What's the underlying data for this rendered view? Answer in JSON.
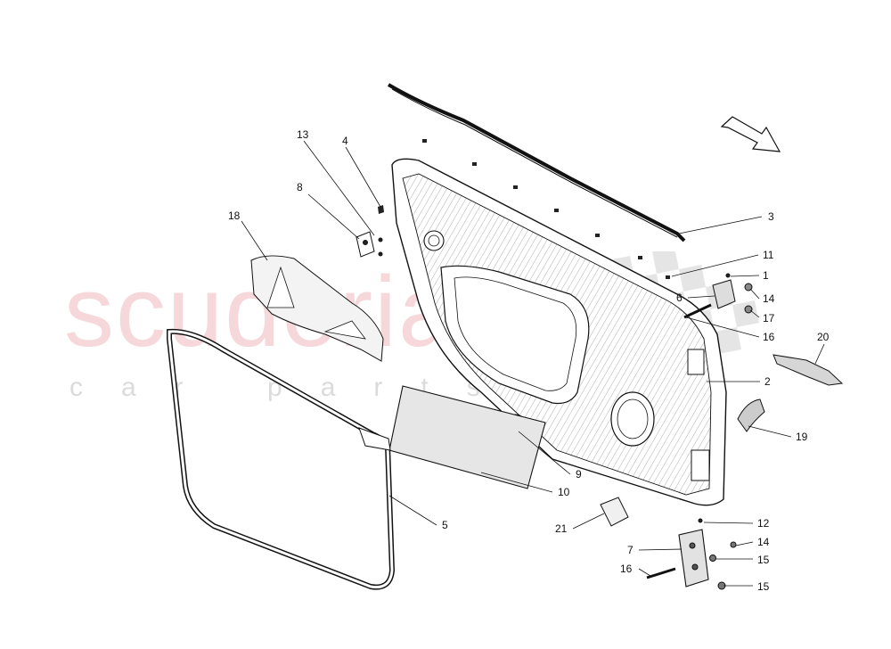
{
  "watermark": {
    "main": "scuderia",
    "sub": "car parts"
  },
  "callouts": [
    {
      "id": "c1",
      "label": "1"
    },
    {
      "id": "c2",
      "label": "2"
    },
    {
      "id": "c3",
      "label": "3"
    },
    {
      "id": "c4",
      "label": "4"
    },
    {
      "id": "c5",
      "label": "5"
    },
    {
      "id": "c6",
      "label": "6"
    },
    {
      "id": "c7",
      "label": "7"
    },
    {
      "id": "c8",
      "label": "8"
    },
    {
      "id": "c9",
      "label": "9"
    },
    {
      "id": "c10",
      "label": "10"
    },
    {
      "id": "c11",
      "label": "11"
    },
    {
      "id": "c12",
      "label": "12"
    },
    {
      "id": "c13",
      "label": "13"
    },
    {
      "id": "c14a",
      "label": "14"
    },
    {
      "id": "c14b",
      "label": "14"
    },
    {
      "id": "c15a",
      "label": "15"
    },
    {
      "id": "c15b",
      "label": "15"
    },
    {
      "id": "c16a",
      "label": "16"
    },
    {
      "id": "c16b",
      "label": "16"
    },
    {
      "id": "c17",
      "label": "17"
    },
    {
      "id": "c18",
      "label": "18"
    },
    {
      "id": "c19",
      "label": "19"
    },
    {
      "id": "c20",
      "label": "20"
    },
    {
      "id": "c21",
      "label": "21"
    }
  ],
  "colors": {
    "line": "#111111",
    "watermark_red": "#e68c96",
    "watermark_grey": "#bebebe"
  }
}
